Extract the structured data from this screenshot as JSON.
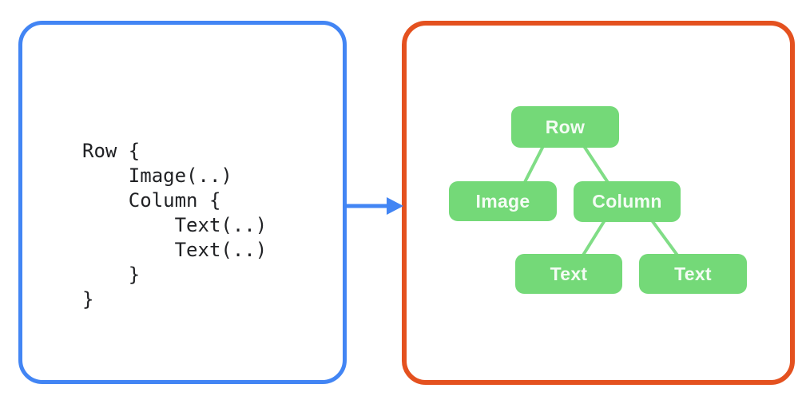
{
  "colors": {
    "background": "#ffffff",
    "code_panel_border": "#4285f4",
    "tree_panel_border": "#e4511f",
    "arrow": "#4285f4",
    "node_fill": "#74d978",
    "edge_stroke": "#80dd86",
    "node_text": "#f4fcf4",
    "code_text": "#202124"
  },
  "code_panel": {
    "code": "Row {\n    Image(..)\n    Column {\n        Text(..)\n        Text(..)\n    }\n}"
  },
  "tree_panel": {
    "nodes": [
      {
        "id": "row",
        "label": "Row"
      },
      {
        "id": "image",
        "label": "Image"
      },
      {
        "id": "column",
        "label": "Column"
      },
      {
        "id": "text-1",
        "label": "Text"
      },
      {
        "id": "text-2",
        "label": "Text"
      }
    ],
    "edges": [
      {
        "from": "row",
        "to": "image"
      },
      {
        "from": "row",
        "to": "column"
      },
      {
        "from": "column",
        "to": "text-1"
      },
      {
        "from": "column",
        "to": "text-2"
      }
    ]
  }
}
